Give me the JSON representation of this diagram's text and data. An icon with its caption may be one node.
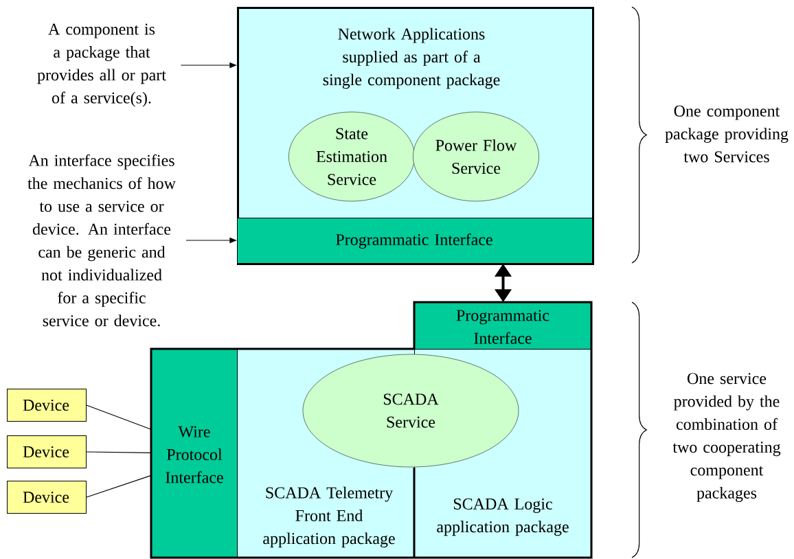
{
  "diagram": {
    "nodes": [
      {
        "text": [
          "Network Applications supplied as part of a single component package"
        ]
      },
      {
        "text": [
          "State Estimation Service"
        ],
        "in": 0
      },
      {
        "text": [
          "Power Flow Service"
        ],
        "in": 0
      },
      {
        "text": [
          "Programmatic Interface"
        ],
        "in": 0
      },
      {
        "text": [
          "A component is a package that provides all or part of a service(s)."
        ]
      },
      {
        "text": [
          "An interface specifies the mechanics of how to use a service or device. An interface can be generic and not individualized for a specific service or device."
        ]
      },
      {
        "text": [
          "SCADA Logic application package"
        ]
      },
      {
        "text": [
          "Programmatic Interface"
        ]
      },
      {
        "text": [
          "SCADA Telemetry Front End application package"
        ]
      },
      {
        "text": [
          "Wire Protocol Interface"
        ]
      },
      {
        "text": [
          "SCADA Service"
        ]
      },
      {
        "text": [
          "Device"
        ]
      },
      {
        "text": [
          "Device"
        ]
      },
      {
        "text": [
          "Device"
        ]
      }
    ],
    "edges": [
      {
        "from": 4,
        "to": 0,
        "arrow": "to"
      },
      {
        "from": 5,
        "to": 3,
        "arrow": "to"
      },
      {
        "from": 3,
        "to": 7,
        "arrow": "both",
        "style": "thick"
      },
      {
        "from": 11,
        "to": 9,
        "arrow": "none"
      },
      {
        "from": 12,
        "to": 9,
        "arrow": "none"
      },
      {
        "from": 13,
        "to": 9,
        "arrow": "none"
      }
    ],
    "labels": [
      "One component package providing two Services",
      "One service provided by the combination of two cooperating component packages"
    ]
  }
}
